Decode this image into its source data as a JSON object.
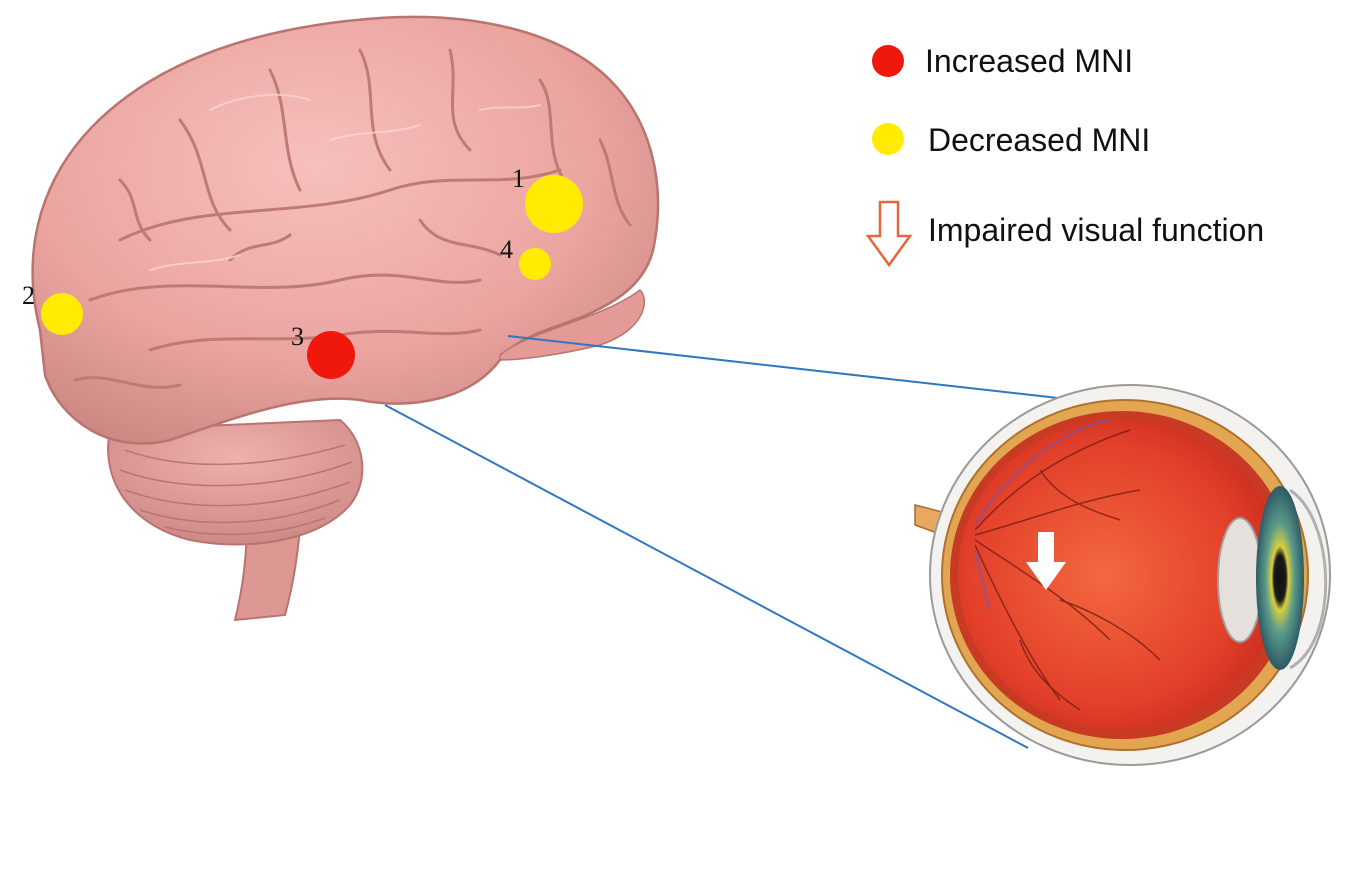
{
  "legend": {
    "increased": {
      "label": "Increased MNI",
      "color": "#f0180c"
    },
    "decreased": {
      "label": "Decreased MNI",
      "color": "#ffec00"
    },
    "impaired": {
      "label": "Impaired visual function",
      "color": "#e8643c"
    }
  },
  "regions": [
    {
      "label": "1",
      "type": "decreased"
    },
    {
      "label": "2",
      "type": "decreased"
    },
    {
      "label": "3",
      "type": "increased"
    },
    {
      "label": "4",
      "type": "decreased"
    }
  ],
  "colors": {
    "brain": "#eba4a0",
    "brain_shadow": "#c97c78",
    "connector": "#2f78c0",
    "eye_red": "#e8402c",
    "eye_wall": "#e0a050",
    "iris": "#4a9080"
  }
}
